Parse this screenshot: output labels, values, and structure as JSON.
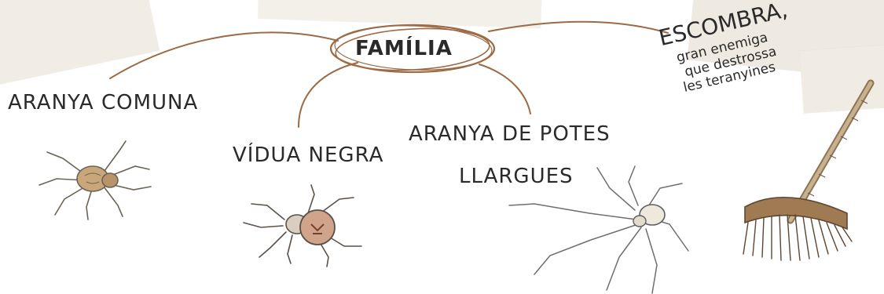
{
  "center": {
    "label": "FAMÍLIA"
  },
  "nodes": [
    {
      "label": "ARANYA COMUNA"
    },
    {
      "label": "VÍDUA NEGRA"
    },
    {
      "label_line1": "ARANYA DE POTES",
      "label_line2": "LLARGUES"
    },
    {
      "title": "ESCOMBRA,",
      "line1": "gran enemiga",
      "line2": "que destrossa",
      "line3": "les teranyines"
    }
  ],
  "colors": {
    "branch": "#9c6a45",
    "ink": "#2a2a2a",
    "paper": "#f1ede4"
  },
  "icons": [
    "common-spider-icon",
    "black-widow-icon",
    "long-legged-spider-icon",
    "broom-icon"
  ]
}
